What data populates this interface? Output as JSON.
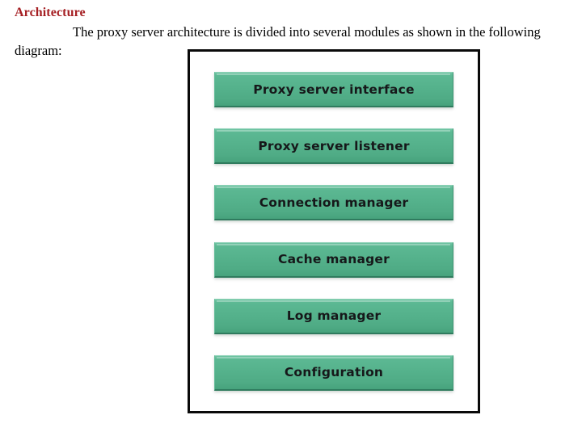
{
  "document": {
    "heading": "Architecture",
    "paragraph": "The proxy server architecture is divided into several modules as shown in the following diagram:",
    "heading_color": "#A51F23",
    "text_color": "#000000"
  },
  "diagram": {
    "frame_border_color": "#0A0A0A",
    "box_fill_top": "#6FC3A2",
    "box_fill_bottom": "#47A37D",
    "box_border_bottom": "#2F7B5E",
    "box_text_color": "#16181A",
    "modules": [
      {
        "label": "Proxy server interface"
      },
      {
        "label": "Proxy server listener"
      },
      {
        "label": "Connection manager"
      },
      {
        "label": "Cache manager"
      },
      {
        "label": "Log manager"
      },
      {
        "label": "Configuration"
      }
    ]
  }
}
